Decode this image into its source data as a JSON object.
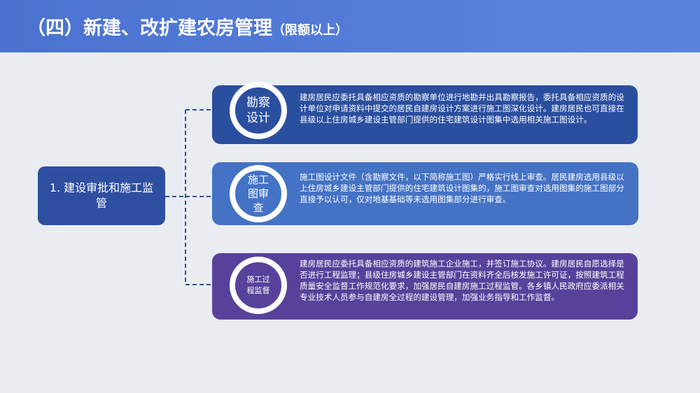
{
  "header": {
    "title": "（四）新建、改扩建农房管理",
    "subtitle": "（限额以上）"
  },
  "root": {
    "label": "1. 建设审批和施工监管"
  },
  "cards": [
    {
      "title": "勘察设计",
      "text": "建房居民应委托具备相应资质的勘察单位进行地勘并出具勘察报告，委托具备相应资质的设计单位对申请资料中提交的居民自建房设计方案进行施工图深化设计。建房居民也可直接在县级以上住房城乡建设主管部门提供的住宅建筑设计图集中选用相关施工图设计。",
      "color": "#2b4f9f"
    },
    {
      "title": "施工图审查",
      "text": "施工图设计文件（含勘察文件，以下简称施工图）严格实行线上审查。居民建房选用县级以上住房城乡建设主管部门提供的住宅建筑设计图集的，施工图审查对选用图集的施工图部分直接予以认可，仅对地基基础等未选用图集部分进行审查。",
      "color": "#4472c4"
    },
    {
      "title": "施工过程监督",
      "text": "建房居民应委托具备相应资质的建筑施工企业施工，并签订施工协议。建房居民自愿选择是否进行工程监理；县级住房城乡建设主管部门在资料齐全后核发施工许可证，按照建筑工程质量安全监督工作规范化要求，加强居民自建房施工过程监管。各乡镇人民政府应委派相关专业技术人员参与自建房全过程的建设管理，加强业务指导和工作监督。",
      "color": "#58419a"
    }
  ]
}
